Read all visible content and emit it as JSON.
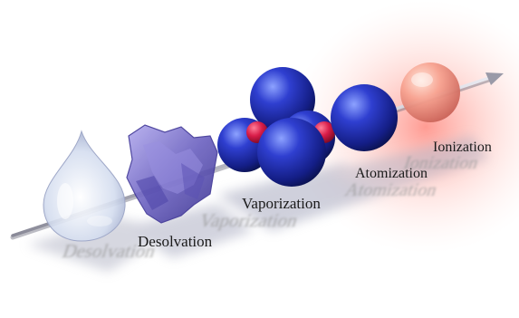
{
  "stages": [
    {
      "id": "desolvation",
      "label": "Desolvation"
    },
    {
      "id": "vaporization",
      "label": "Vaporization"
    },
    {
      "id": "atomization",
      "label": "Atomization"
    },
    {
      "id": "ionization",
      "label": "Ionization"
    }
  ],
  "colors": {
    "droplet": "#c9d6ee",
    "residue": "#7a6fc4",
    "molecule": "#1f2fb0",
    "molecule_core": "#d8204a",
    "atom": "#1f2fb0",
    "ion": "#f08a7a",
    "glow": "#ff8f86",
    "axis": "#a9a9b5",
    "label_text": "#1a1a1a",
    "label_shadow": "#9a9a9a"
  },
  "icons": {
    "start": "liquid-droplet-icon",
    "dry": "dried-residue-icon",
    "gas": "molecule-cluster-icon",
    "single": "atom-sphere-icon",
    "charged": "ion-sphere-icon"
  }
}
